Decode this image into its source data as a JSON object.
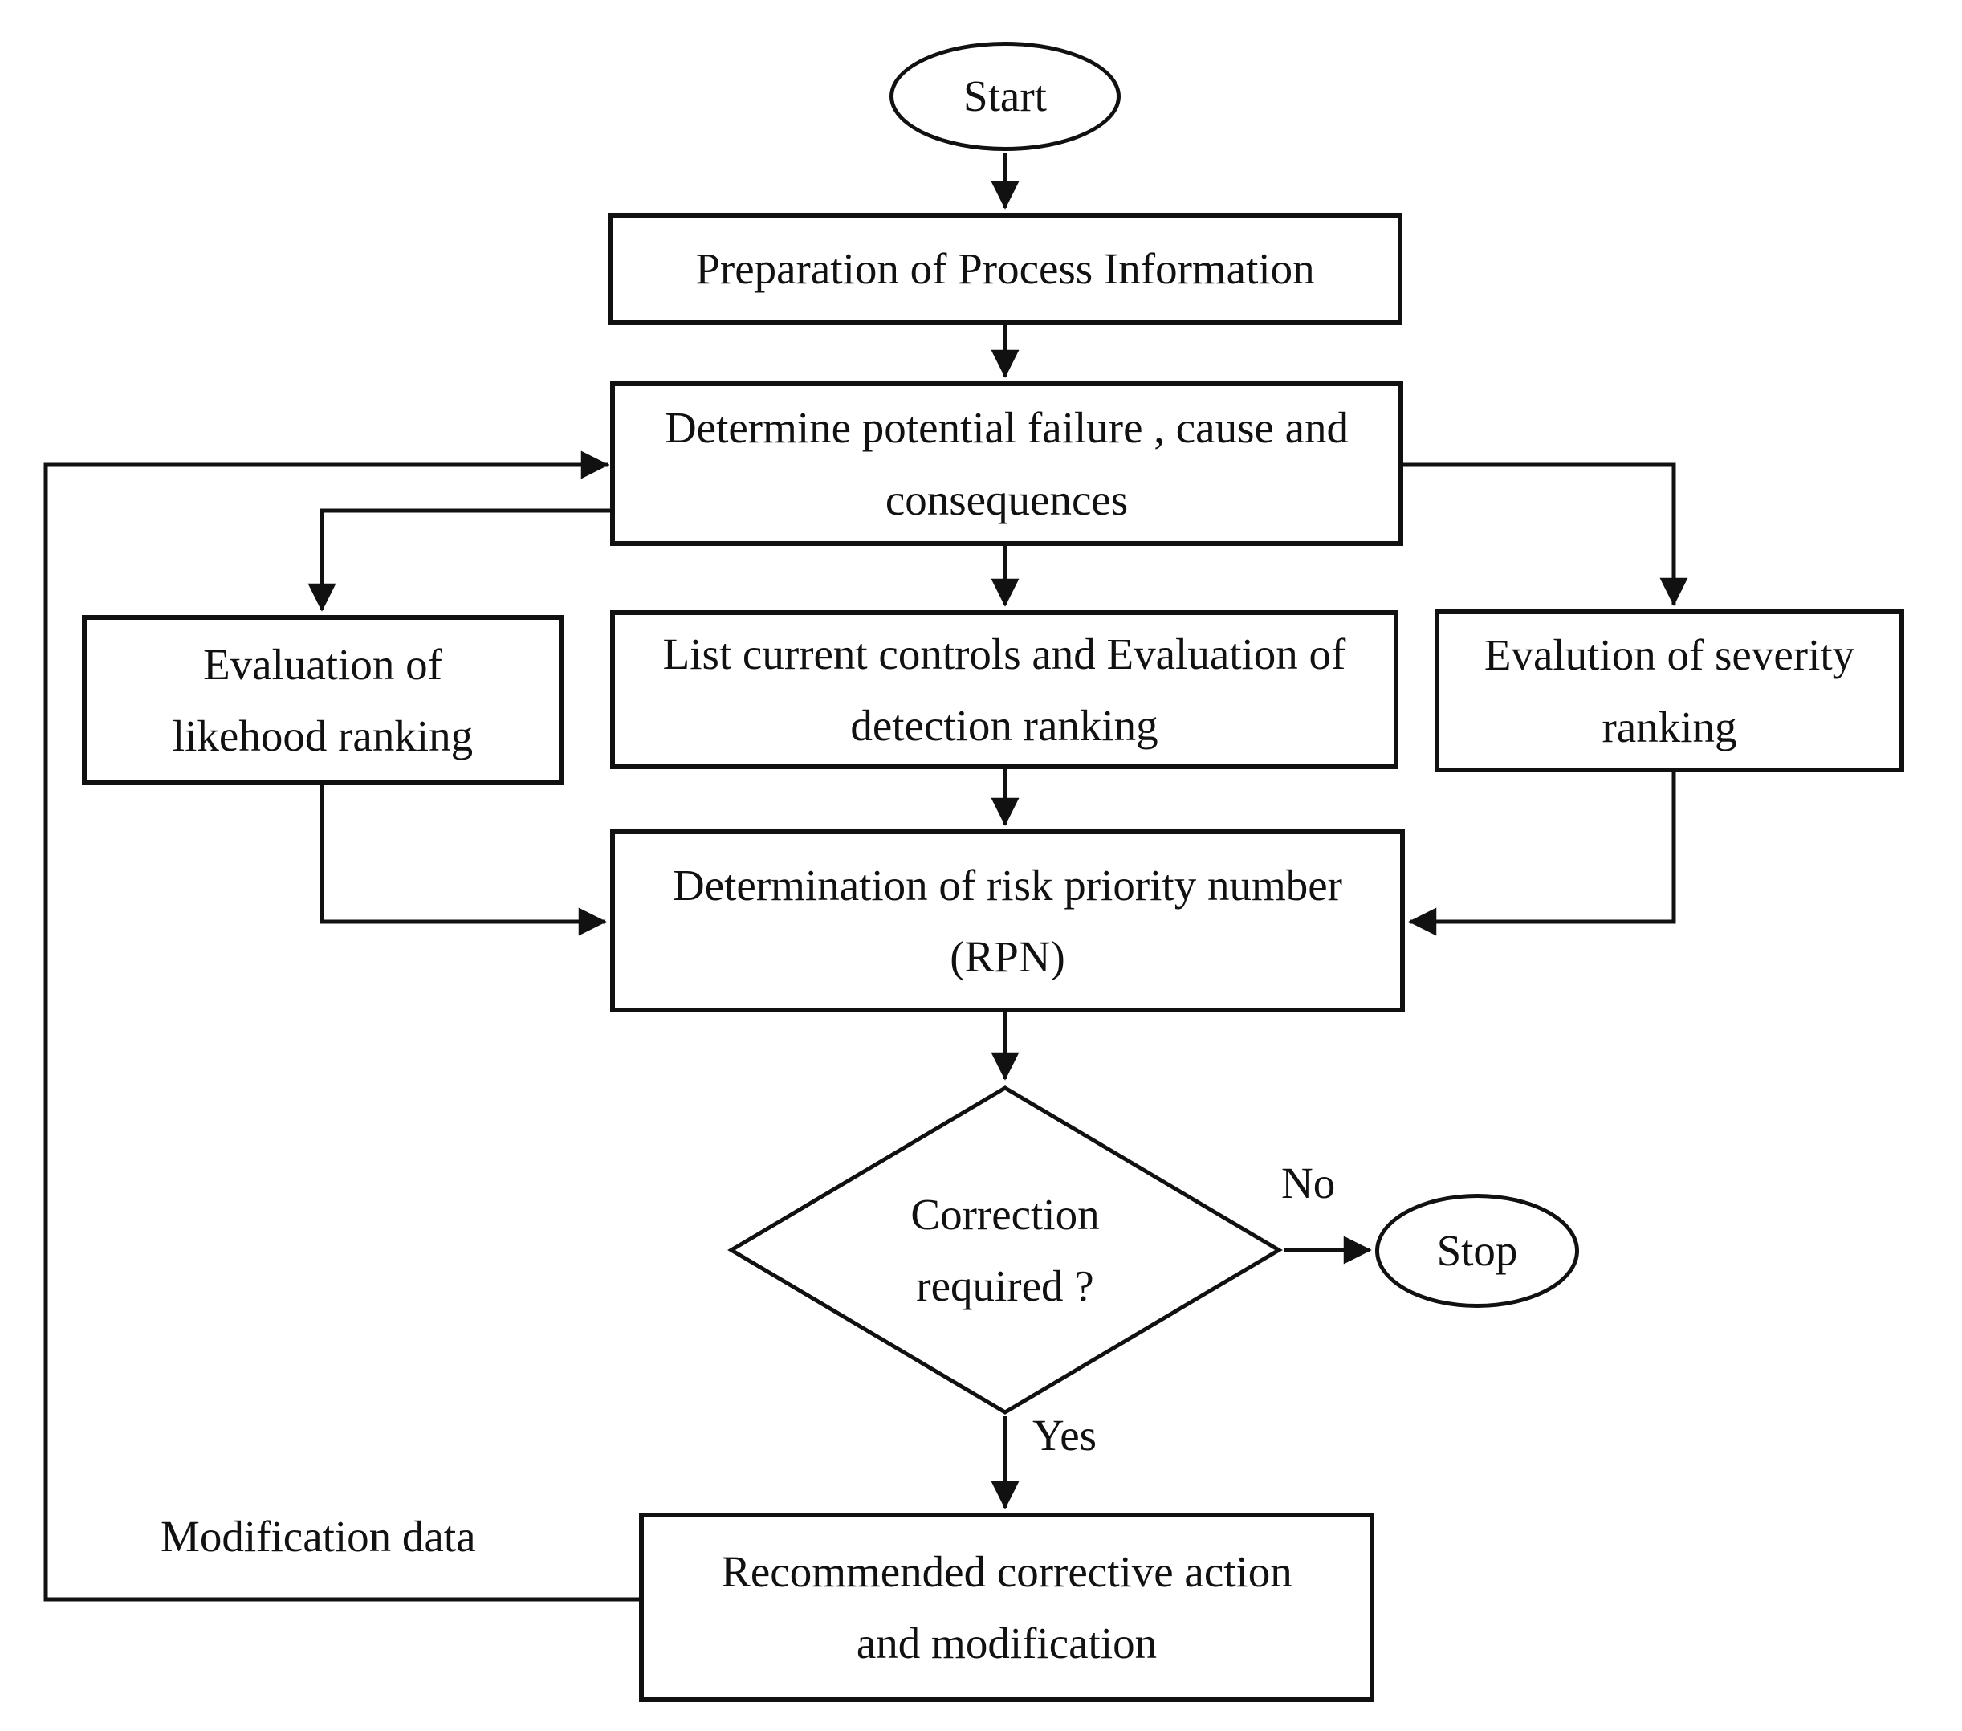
{
  "nodes": {
    "start": {
      "shape": "oval",
      "lines": [
        "Start"
      ]
    },
    "preparation": {
      "shape": "rect",
      "lines": [
        "Preparation of Process Information"
      ]
    },
    "determine": {
      "shape": "rect",
      "lines": [
        "Determine potential failure , cause and",
        "consequences"
      ]
    },
    "likelihood": {
      "shape": "rect",
      "lines": [
        "Evaluation of",
        "likehood ranking"
      ]
    },
    "controls": {
      "shape": "rect",
      "lines": [
        "List current controls and Evaluation of",
        "detection ranking"
      ]
    },
    "severity": {
      "shape": "rect",
      "lines": [
        "Evalution of severity",
        "ranking"
      ]
    },
    "rpn": {
      "shape": "rect",
      "lines": [
        "Determination of risk priority number",
        "(RPN)"
      ]
    },
    "decision": {
      "shape": "diamond",
      "lines": [
        "Correction",
        "required ?"
      ]
    },
    "stop": {
      "shape": "oval",
      "lines": [
        "Stop"
      ]
    },
    "corrective": {
      "shape": "rect",
      "lines": [
        "Recommended corrective action",
        "and modification"
      ]
    }
  },
  "edge_labels": {
    "no": "No",
    "yes": "Yes",
    "modification_data": "Modification data"
  },
  "colors": {
    "stroke": "#111111",
    "text": "#111111",
    "background": "#ffffff"
  }
}
